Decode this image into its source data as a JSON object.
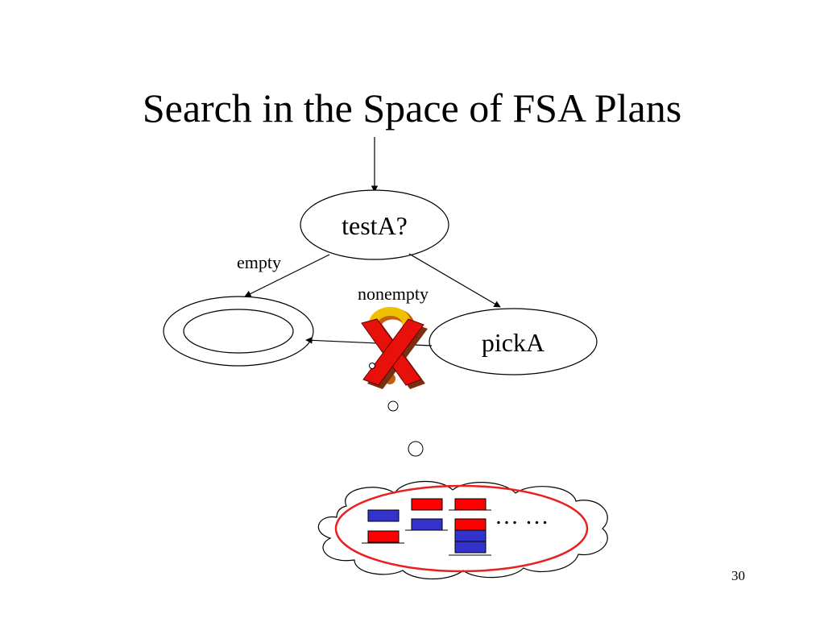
{
  "slide": {
    "title": "Search in the Space of FSA Plans",
    "page_number": "30"
  },
  "states": {
    "test": "testA?",
    "action": "pickA"
  },
  "edges": {
    "empty": "empty",
    "nonempty": "nonempty"
  },
  "cloud": {
    "ellipsis": "… …"
  },
  "colors": {
    "red_block": "#ff0000",
    "blue_block": "#3333cc",
    "cross_fill": "#e8100a",
    "cross_shadow": "#7a3010",
    "question_mark": "#f0c000",
    "question_shadow": "#c06010",
    "highlight_ellipse": "#e82020"
  },
  "icons": {
    "cross": "red-x-icon",
    "question": "question-mark-icon"
  }
}
